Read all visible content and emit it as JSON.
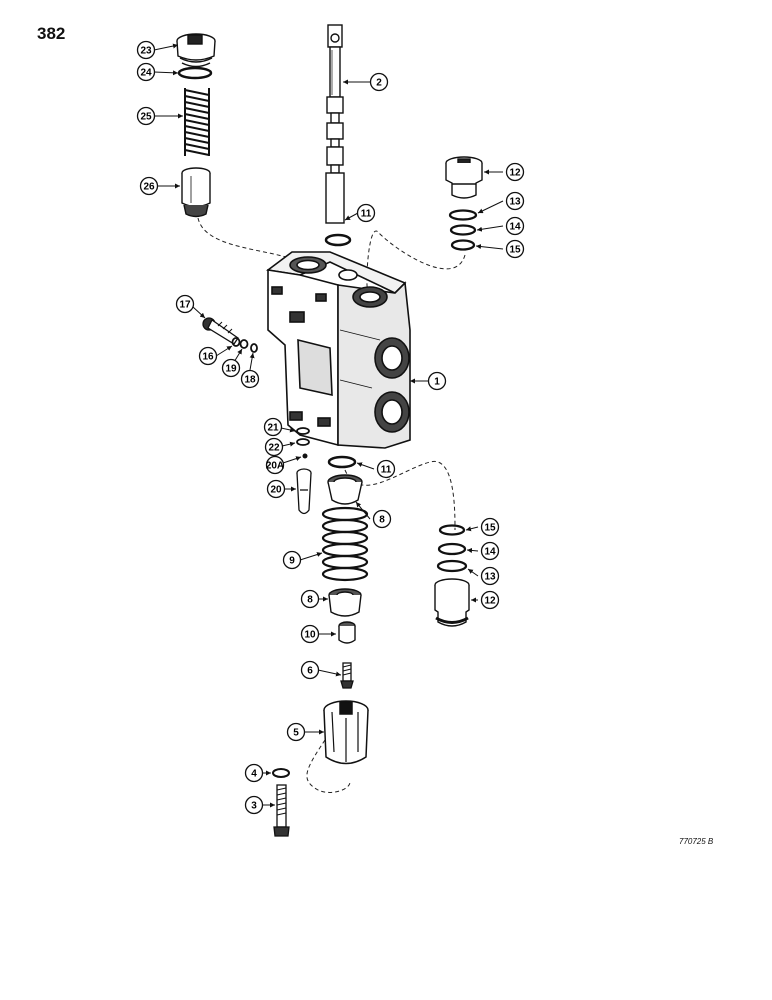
{
  "page_number": "382",
  "drawing_code": "770725 B",
  "callouts": [
    "1",
    "2",
    "3",
    "4",
    "5",
    "6",
    "8",
    "8",
    "9",
    "10",
    "11",
    "11",
    "12",
    "12",
    "13",
    "13",
    "14",
    "14",
    "15",
    "15",
    "16",
    "17",
    "18",
    "19",
    "20",
    "20A",
    "21",
    "22",
    "23",
    "24",
    "25",
    "26"
  ]
}
